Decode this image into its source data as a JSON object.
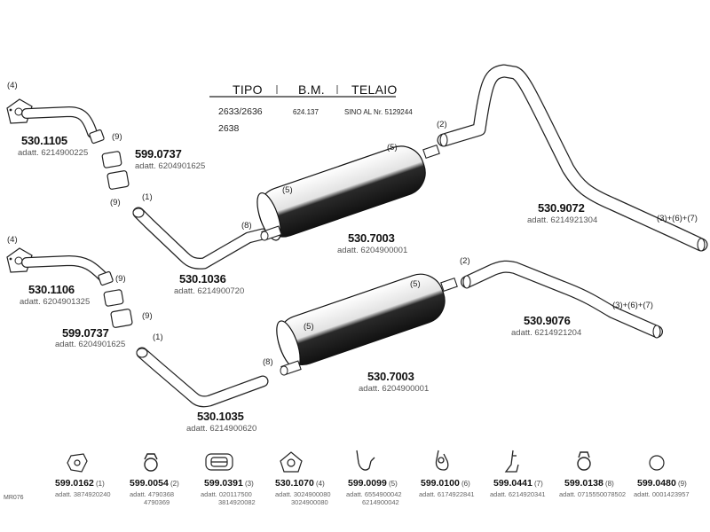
{
  "table": {
    "headers": [
      "TIPO",
      "B.M.",
      "TELAIO"
    ],
    "row1": [
      "2633/2636",
      "624.137",
      "SINO AL Nr. 5129244"
    ],
    "row2": [
      "2638"
    ]
  },
  "parts": [
    {
      "id": "p1",
      "code": "530.1105",
      "adatt": "adatt. 6214900225"
    },
    {
      "id": "p2",
      "code": "599.0737",
      "adatt": "adatt. 6204901625"
    },
    {
      "id": "p3",
      "code": "530.1036",
      "adatt": "adatt. 6214900720"
    },
    {
      "id": "p4",
      "code": "530.7003",
      "adatt": "adatt. 6204900001"
    },
    {
      "id": "p5",
      "code": "530.9072",
      "adatt": "adatt. 6214921304"
    },
    {
      "id": "p6",
      "code": "530.1106",
      "adatt": "adatt. 6204901325"
    },
    {
      "id": "p7",
      "code": "599.0737",
      "adatt": "adatt. 6204901625"
    },
    {
      "id": "p8",
      "code": "530.1035",
      "adatt": "adatt. 6214900620"
    },
    {
      "id": "p9",
      "code": "530.7003",
      "adatt": "adatt. 6204900001"
    },
    {
      "id": "p10",
      "code": "530.9076",
      "adatt": "adatt. 6214921204"
    }
  ],
  "callouts": {
    "n4": "(4)",
    "n9": "(9)",
    "n1": "(1)",
    "n8": "(8)",
    "n5": "(5)",
    "n2": "(2)",
    "combo": "(3)+(6)+(7)"
  },
  "legend": [
    {
      "code": "599.0162",
      "num": "(1)",
      "adatt": [
        "adatt. 3874920240"
      ],
      "icon": "bushing-icon"
    },
    {
      "code": "599.0054",
      "num": "(2)",
      "adatt": [
        "adatt. 4790368",
        "4790369"
      ],
      "icon": "clamp-icon"
    },
    {
      "code": "599.0391",
      "num": "(3)",
      "adatt": [
        "adatt. 020117500",
        "3814920082"
      ],
      "icon": "rubber-mount-icon"
    },
    {
      "code": "530.1070",
      "num": "(4)",
      "adatt": [
        "adatt. 3024900080",
        "3024900080"
      ],
      "icon": "gasket-icon"
    },
    {
      "code": "599.0099",
      "num": "(5)",
      "adatt": [
        "adatt. 6554900042",
        "6214900042"
      ],
      "icon": "hook-icon"
    },
    {
      "code": "599.0100",
      "num": "(6)",
      "adatt": [
        "adatt. 6174922841"
      ],
      "icon": "hanger-strap-icon"
    },
    {
      "code": "599.0441",
      "num": "(7)",
      "adatt": [
        "adatt. 6214920341"
      ],
      "icon": "bracket-icon"
    },
    {
      "code": "599.0138",
      "num": "(8)",
      "adatt": [
        "adatt. 0715550078502"
      ],
      "icon": "pipe-clamp-icon"
    },
    {
      "code": "599.0480",
      "num": "(9)",
      "adatt": [
        "adatt. 0001423957"
      ],
      "icon": "ring-icon"
    }
  ],
  "footer_code": "MR076"
}
